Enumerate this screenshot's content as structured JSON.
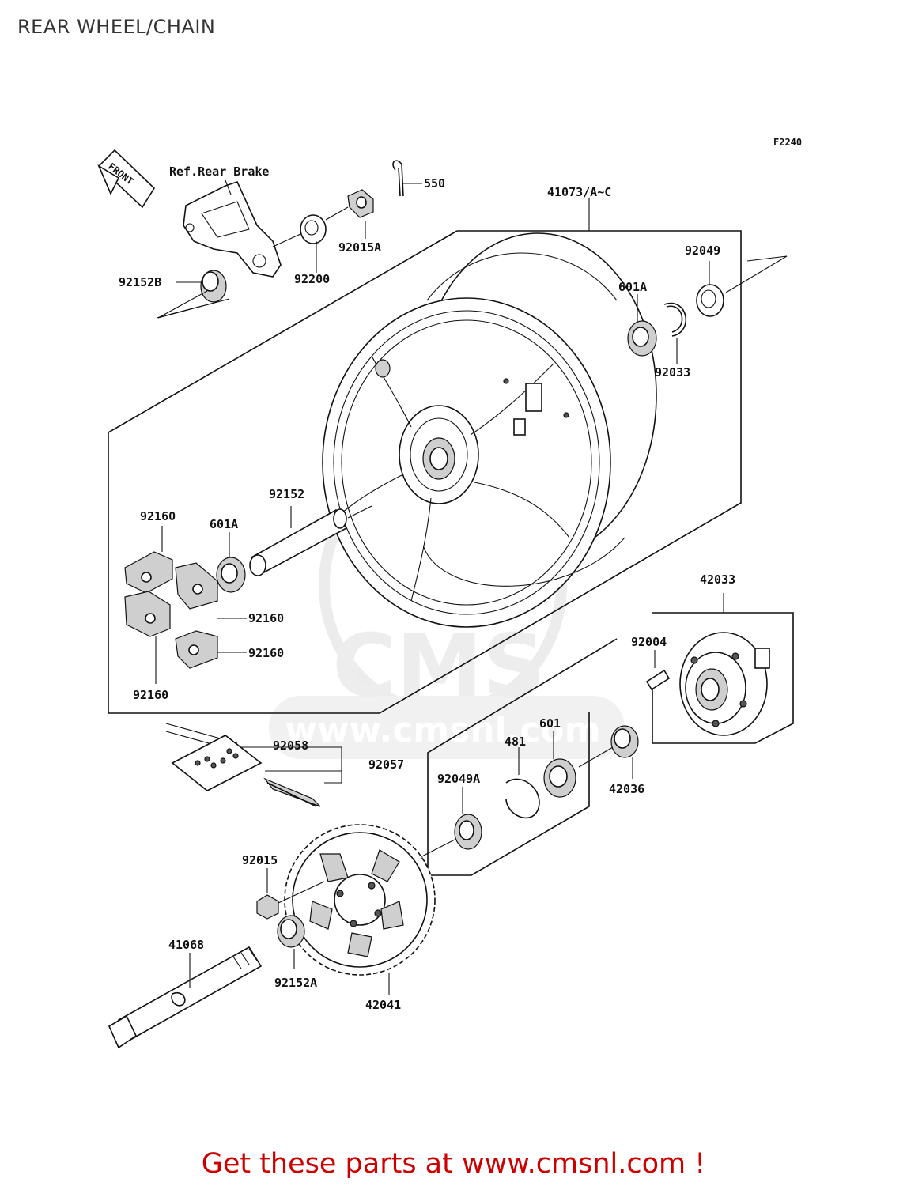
{
  "header": {
    "title": "REAR WHEEL/CHAIN"
  },
  "diagram": {
    "figure_code": "F2240",
    "front_marker": "FRONT",
    "ref_note": "Ref.Rear Brake",
    "watermark": "CMS",
    "watermark_url": "www.cmsnl.com",
    "parts": [
      "550",
      "92015A",
      "92200",
      "92152B",
      "41073/A~C",
      "92049",
      "601A",
      "92033",
      "92152",
      "92160",
      "601A",
      "92160",
      "92160",
      "92160",
      "42033",
      "92004",
      "92058",
      "92057",
      "601",
      "481",
      "42036",
      "92049A",
      "92015",
      "41068",
      "92152A",
      "42041"
    ]
  },
  "footer": {
    "text": "Get these parts at www.cmsnl.com !"
  },
  "colors": {
    "footer": "#cc0000",
    "lines": "#111111",
    "watermark": "#e6e6e6"
  }
}
